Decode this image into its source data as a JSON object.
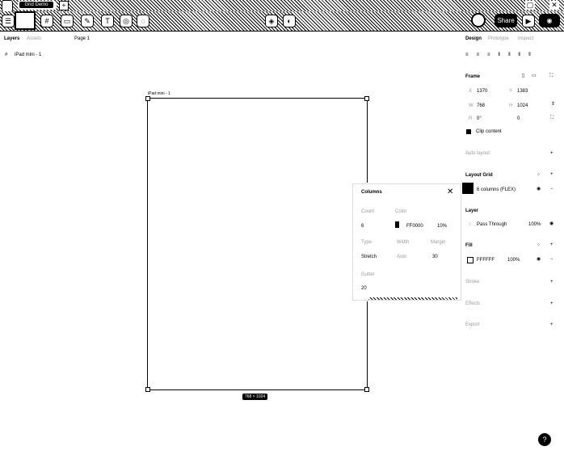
{
  "window": {
    "doc_tab": "Grid Demo",
    "new_tab_icon": "plus-icon"
  },
  "toolbar": {
    "present_label": "Share",
    "play_icon": "play-icon"
  },
  "left_panel": {
    "tabs": [
      "Layers",
      "Assets"
    ],
    "page_label": "Page 1",
    "layers": [
      {
        "name": "iPad mini - 1",
        "icon": "frame-icon"
      }
    ]
  },
  "canvas": {
    "frame_label": "iPad mini - 1",
    "size_badge": "768 × 1024"
  },
  "right_panel": {
    "tabs": [
      "Design",
      "Prototype",
      "Inspect"
    ],
    "frame_section": {
      "title": "Frame",
      "x_label": "X",
      "x_value": "1370",
      "y_label": "Y",
      "y_value": "1383",
      "w_label": "W",
      "w_value": "768",
      "h_label": "H",
      "h_value": "1024",
      "r_label": "R",
      "r_value": "0°",
      "radius_value": "0",
      "clip_content": "Clip content"
    },
    "auto_layout": "Auto layout",
    "layout_grid": {
      "title": "Layout Grid",
      "item": "6 columns (FLEX)"
    },
    "layer": {
      "title": "Layer",
      "blend": "Pass Through",
      "opacity": "100%"
    },
    "fill": {
      "title": "Fill",
      "hex": "FFFFFF",
      "opacity": "100%"
    },
    "stroke": "Stroke",
    "effects": "Effects",
    "export": "Export"
  },
  "popup": {
    "title": "Columns",
    "count_label": "Count",
    "count_value": "6",
    "color_label": "Color",
    "color_hex": "FF0000",
    "color_opacity": "10%",
    "type_label": "Type",
    "type_value": "Stretch",
    "width_label": "Width",
    "width_value": "Auto",
    "margin_label": "Margin",
    "margin_value": "30",
    "gutter_label": "Gutter",
    "gutter_value": "20"
  },
  "colors": {
    "grid_color": "#FF0000",
    "fill_color": "#FFFFFF"
  }
}
